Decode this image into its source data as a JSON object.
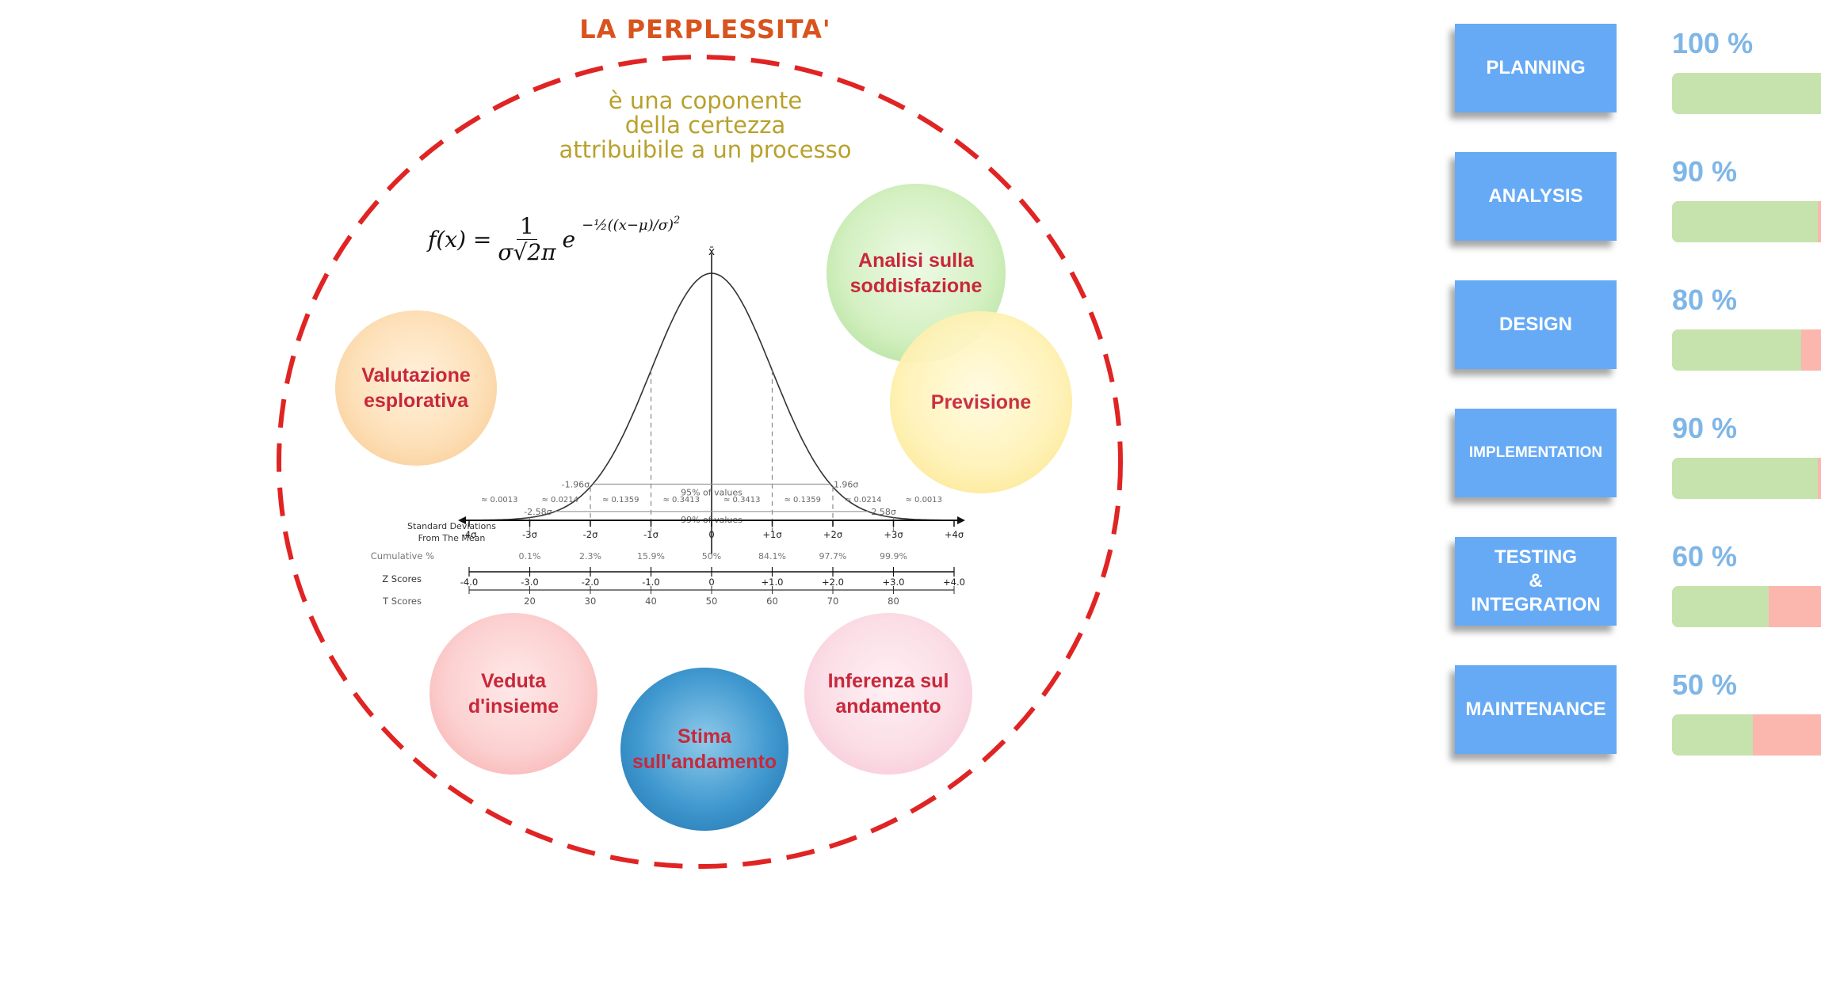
{
  "title": "LA PERPLESSITA'",
  "subtitle": [
    "è una coponente",
    "della certezza",
    "attribuibile a un processo"
  ],
  "formula": {
    "lhs": "f(x) =",
    "frac_num": "1",
    "frac_den": "σ√2π",
    "base": "e",
    "exponent": "−½((x−μ)/σ)",
    "power": "2"
  },
  "bubbles": [
    {
      "id": "valutazione",
      "label": "Valutazione esplorativa",
      "color": "orange"
    },
    {
      "id": "analisi",
      "label": "Analisi sulla soddisfazione",
      "color": "green"
    },
    {
      "id": "previsione",
      "label": "Previsione",
      "color": "yellow"
    },
    {
      "id": "veduta",
      "label": "Veduta d'insieme",
      "color": "red"
    },
    {
      "id": "stima",
      "label": "Stima sull'andamento",
      "color": "blue"
    },
    {
      "id": "inferenza",
      "label": "Inferenza sul andamento",
      "color": "pink"
    }
  ],
  "normal_chart": {
    "mean_symbol": "x̄",
    "interval_95": {
      "label": "95% of values",
      "left": "-1.96σ",
      "right": "1.96σ"
    },
    "interval_99": {
      "label": "99% of values",
      "left": "-2.58σ",
      "right": "2.58σ"
    },
    "area_labels": [
      "≈ 0.0013",
      "≈ 0.0214",
      "≈ 0.1359",
      "≈ 0.3413",
      "≈ 0.3413",
      "≈ 0.1359",
      "≈ 0.0214",
      "≈ 0.0013"
    ],
    "sd_title": [
      "Standard Deviations",
      "From The Mean"
    ],
    "sd_ticks": [
      "-4σ",
      "-3σ",
      "-2σ",
      "-1σ",
      "0",
      "+1σ",
      "+2σ",
      "+3σ",
      "+4σ"
    ],
    "cumulative_title": "Cumulative %",
    "cumulative": [
      "",
      "0.1%",
      "2.3%",
      "15.9%",
      "50%",
      "84.1%",
      "97.7%",
      "99.9%",
      ""
    ],
    "z_title": "Z Scores",
    "z": [
      "-4.0",
      "-3.0",
      "-2.0",
      "-1.0",
      "0",
      "+1.0",
      "+2.0",
      "+3.0",
      "+4.0"
    ],
    "t_title": "T Scores",
    "t": [
      "",
      "20",
      "30",
      "40",
      "50",
      "60",
      "70",
      "80",
      ""
    ]
  },
  "stages": [
    {
      "label": "PLANNING",
      "percent_text": "100 %",
      "percent": 100
    },
    {
      "label": "ANALYSIS",
      "percent_text": "90 %",
      "percent": 90
    },
    {
      "label": "DESIGN",
      "percent_text": "80 %",
      "percent": 80
    },
    {
      "label": "IMPLEMENTATION",
      "percent_text": "90 %",
      "percent": 90
    },
    {
      "label": "TESTING\n&\nINTEGRATION",
      "percent_text": "60 %",
      "percent": 60
    },
    {
      "label": "MAINTENANCE",
      "percent_text": "50 %",
      "percent": 50
    }
  ],
  "colors": {
    "title": "#d9531e",
    "subtitle": "#b8a12c",
    "dashed_circle": "#e02424",
    "bubble_text": "#c8283a",
    "stage_button": "#66aaf5",
    "percent_text": "#7fb6e6",
    "bar_done": "#c6e2ad",
    "bar_remaining": "#fbb6ae"
  }
}
